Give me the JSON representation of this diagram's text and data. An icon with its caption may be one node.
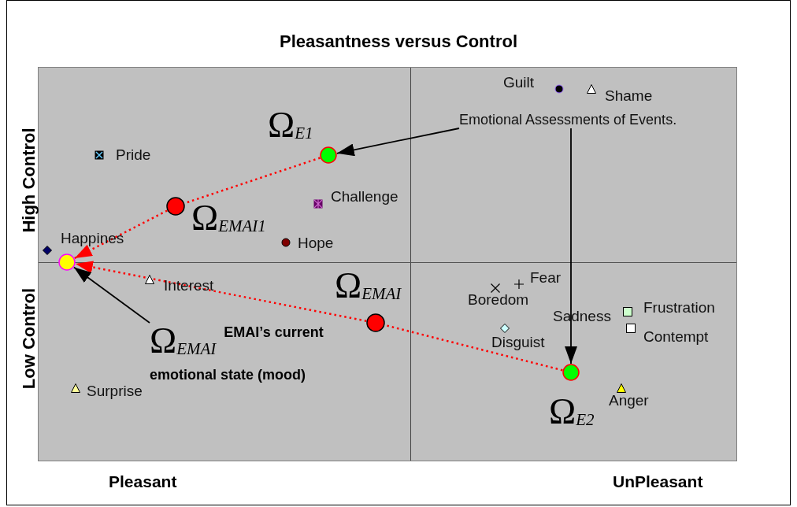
{
  "diagram": {
    "title": "Pleasantness versus Control",
    "nodes": [
      {
        "text": [],
        "shape": "circle",
        "beside": [
          "Ω$_{E1}$"
        ]
      },
      {
        "text": [],
        "shape": "circle",
        "beside": [
          "Ω$_{EMAI1}$"
        ]
      },
      {
        "text": [],
        "shape": "circle"
      },
      {
        "text": [],
        "shape": "circle",
        "beside": [
          "Ω$_{EMAI}$"
        ]
      },
      {
        "text": [],
        "shape": "circle",
        "beside": [
          "Ω$_{E2}$"
        ]
      },
      {
        "text": [
          "Emotional Assessments of Events."
        ]
      },
      {
        "text": [
          "Ω$_{EMAI}$",
          "EMAI’s current emotional state (mood)"
        ]
      }
    ],
    "edges": [
      {
        "from": 0,
        "to": 1,
        "arrow": "none",
        "style": "dashed"
      },
      {
        "from": 1,
        "to": 2,
        "arrow": "to",
        "style": "dashed"
      },
      {
        "from": 4,
        "to": 3,
        "arrow": "none",
        "style": "dashed"
      },
      {
        "from": 3,
        "to": 2,
        "arrow": "to",
        "style": "dashed"
      },
      {
        "from": 5,
        "to": 0,
        "arrow": "to",
        "color": "#000000"
      },
      {
        "from": 5,
        "to": 4,
        "arrow": "to",
        "color": "#000000"
      },
      {
        "from": 6,
        "to": 2,
        "arrow": "to",
        "color": "#000000"
      }
    ],
    "labels": [
      "Guilt",
      "Shame",
      "Pride",
      "Challenge",
      "Happines",
      "Hope",
      "Interest",
      "Fear",
      "Boredom",
      "Frustration",
      "Sadness",
      "Contempt",
      "Disguist",
      "Surprise",
      "Anger",
      "High Control",
      "Low Control",
      "Pleasant",
      "UnPleasant"
    ]
  }
}
